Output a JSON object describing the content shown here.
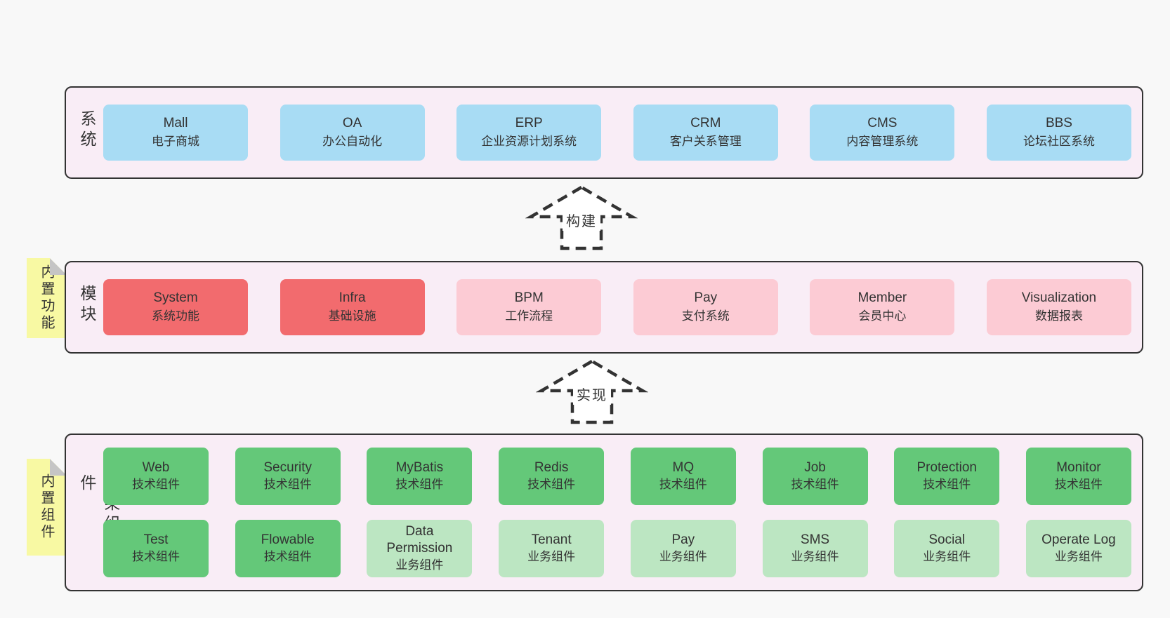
{
  "diagram": {
    "colors": {
      "blue": "#a8dcf4",
      "red": "#f26b6e",
      "pink": "#fccbd4",
      "green": "#64c879",
      "lightgreen": "#bce6c2",
      "note": "#f8f9a3",
      "fold": "#c5c5c5",
      "panel_bg": "#f9edf6",
      "border": "#333333"
    },
    "panels": [
      {
        "side_label": "业务系统",
        "boxes": [
          {
            "name": "Mall",
            "subtitle": "电子商城",
            "color": "blue"
          },
          {
            "name": "OA",
            "subtitle": "办公自动化",
            "color": "blue"
          },
          {
            "name": "ERP",
            "subtitle": "企业资源计划系统",
            "color": "blue"
          },
          {
            "name": "CRM",
            "subtitle": "客户关系管理",
            "color": "blue"
          },
          {
            "name": "CMS",
            "subtitle": "内容管理系统",
            "color": "blue"
          },
          {
            "name": "BBS",
            "subtitle": "论坛社区系统",
            "color": "blue"
          }
        ]
      },
      {
        "side_label": "通用模块",
        "sticky_note": "内置功能",
        "boxes": [
          {
            "name": "System",
            "subtitle": "系统功能",
            "color": "red"
          },
          {
            "name": "Infra",
            "subtitle": "基础设施",
            "color": "red"
          },
          {
            "name": "BPM",
            "subtitle": "工作流程",
            "color": "pink"
          },
          {
            "name": "Pay",
            "subtitle": "支付系统",
            "color": "pink"
          },
          {
            "name": "Member",
            "subtitle": "会员中心",
            "color": "pink"
          },
          {
            "name": "Visualization",
            "subtitle": "数据报表",
            "color": "pink"
          }
        ]
      },
      {
        "side_label": "框架组件",
        "sticky_note": "内置组件",
        "rows": [
          [
            {
              "name": "Web",
              "subtitle": "技术组件",
              "color": "green"
            },
            {
              "name": "Security",
              "subtitle": "技术组件",
              "color": "green"
            },
            {
              "name": "MyBatis",
              "subtitle": "技术组件",
              "color": "green"
            },
            {
              "name": "Redis",
              "subtitle": "技术组件",
              "color": "green"
            },
            {
              "name": "MQ",
              "subtitle": "技术组件",
              "color": "green"
            },
            {
              "name": "Job",
              "subtitle": "技术组件",
              "color": "green"
            },
            {
              "name": "Protection",
              "subtitle": "技术组件",
              "color": "green"
            },
            {
              "name": "Monitor",
              "subtitle": "技术组件",
              "color": "green"
            }
          ],
          [
            {
              "name": "Test",
              "subtitle": "技术组件",
              "color": "green"
            },
            {
              "name": "Flowable",
              "subtitle": "技术组件",
              "color": "green"
            },
            {
              "name": "Data\nPermission",
              "subtitle": "业务组件",
              "color": "lightgreen"
            },
            {
              "name": "Tenant",
              "subtitle": "业务组件",
              "color": "lightgreen"
            },
            {
              "name": "Pay",
              "subtitle": "业务组件",
              "color": "lightgreen"
            },
            {
              "name": "SMS",
              "subtitle": "业务组件",
              "color": "lightgreen"
            },
            {
              "name": "Social",
              "subtitle": "业务组件",
              "color": "lightgreen"
            },
            {
              "name": "Operate Log",
              "subtitle": "业务组件",
              "color": "lightgreen"
            }
          ]
        ]
      }
    ],
    "arrows": [
      {
        "label": "构建"
      },
      {
        "label": "实现"
      }
    ]
  }
}
